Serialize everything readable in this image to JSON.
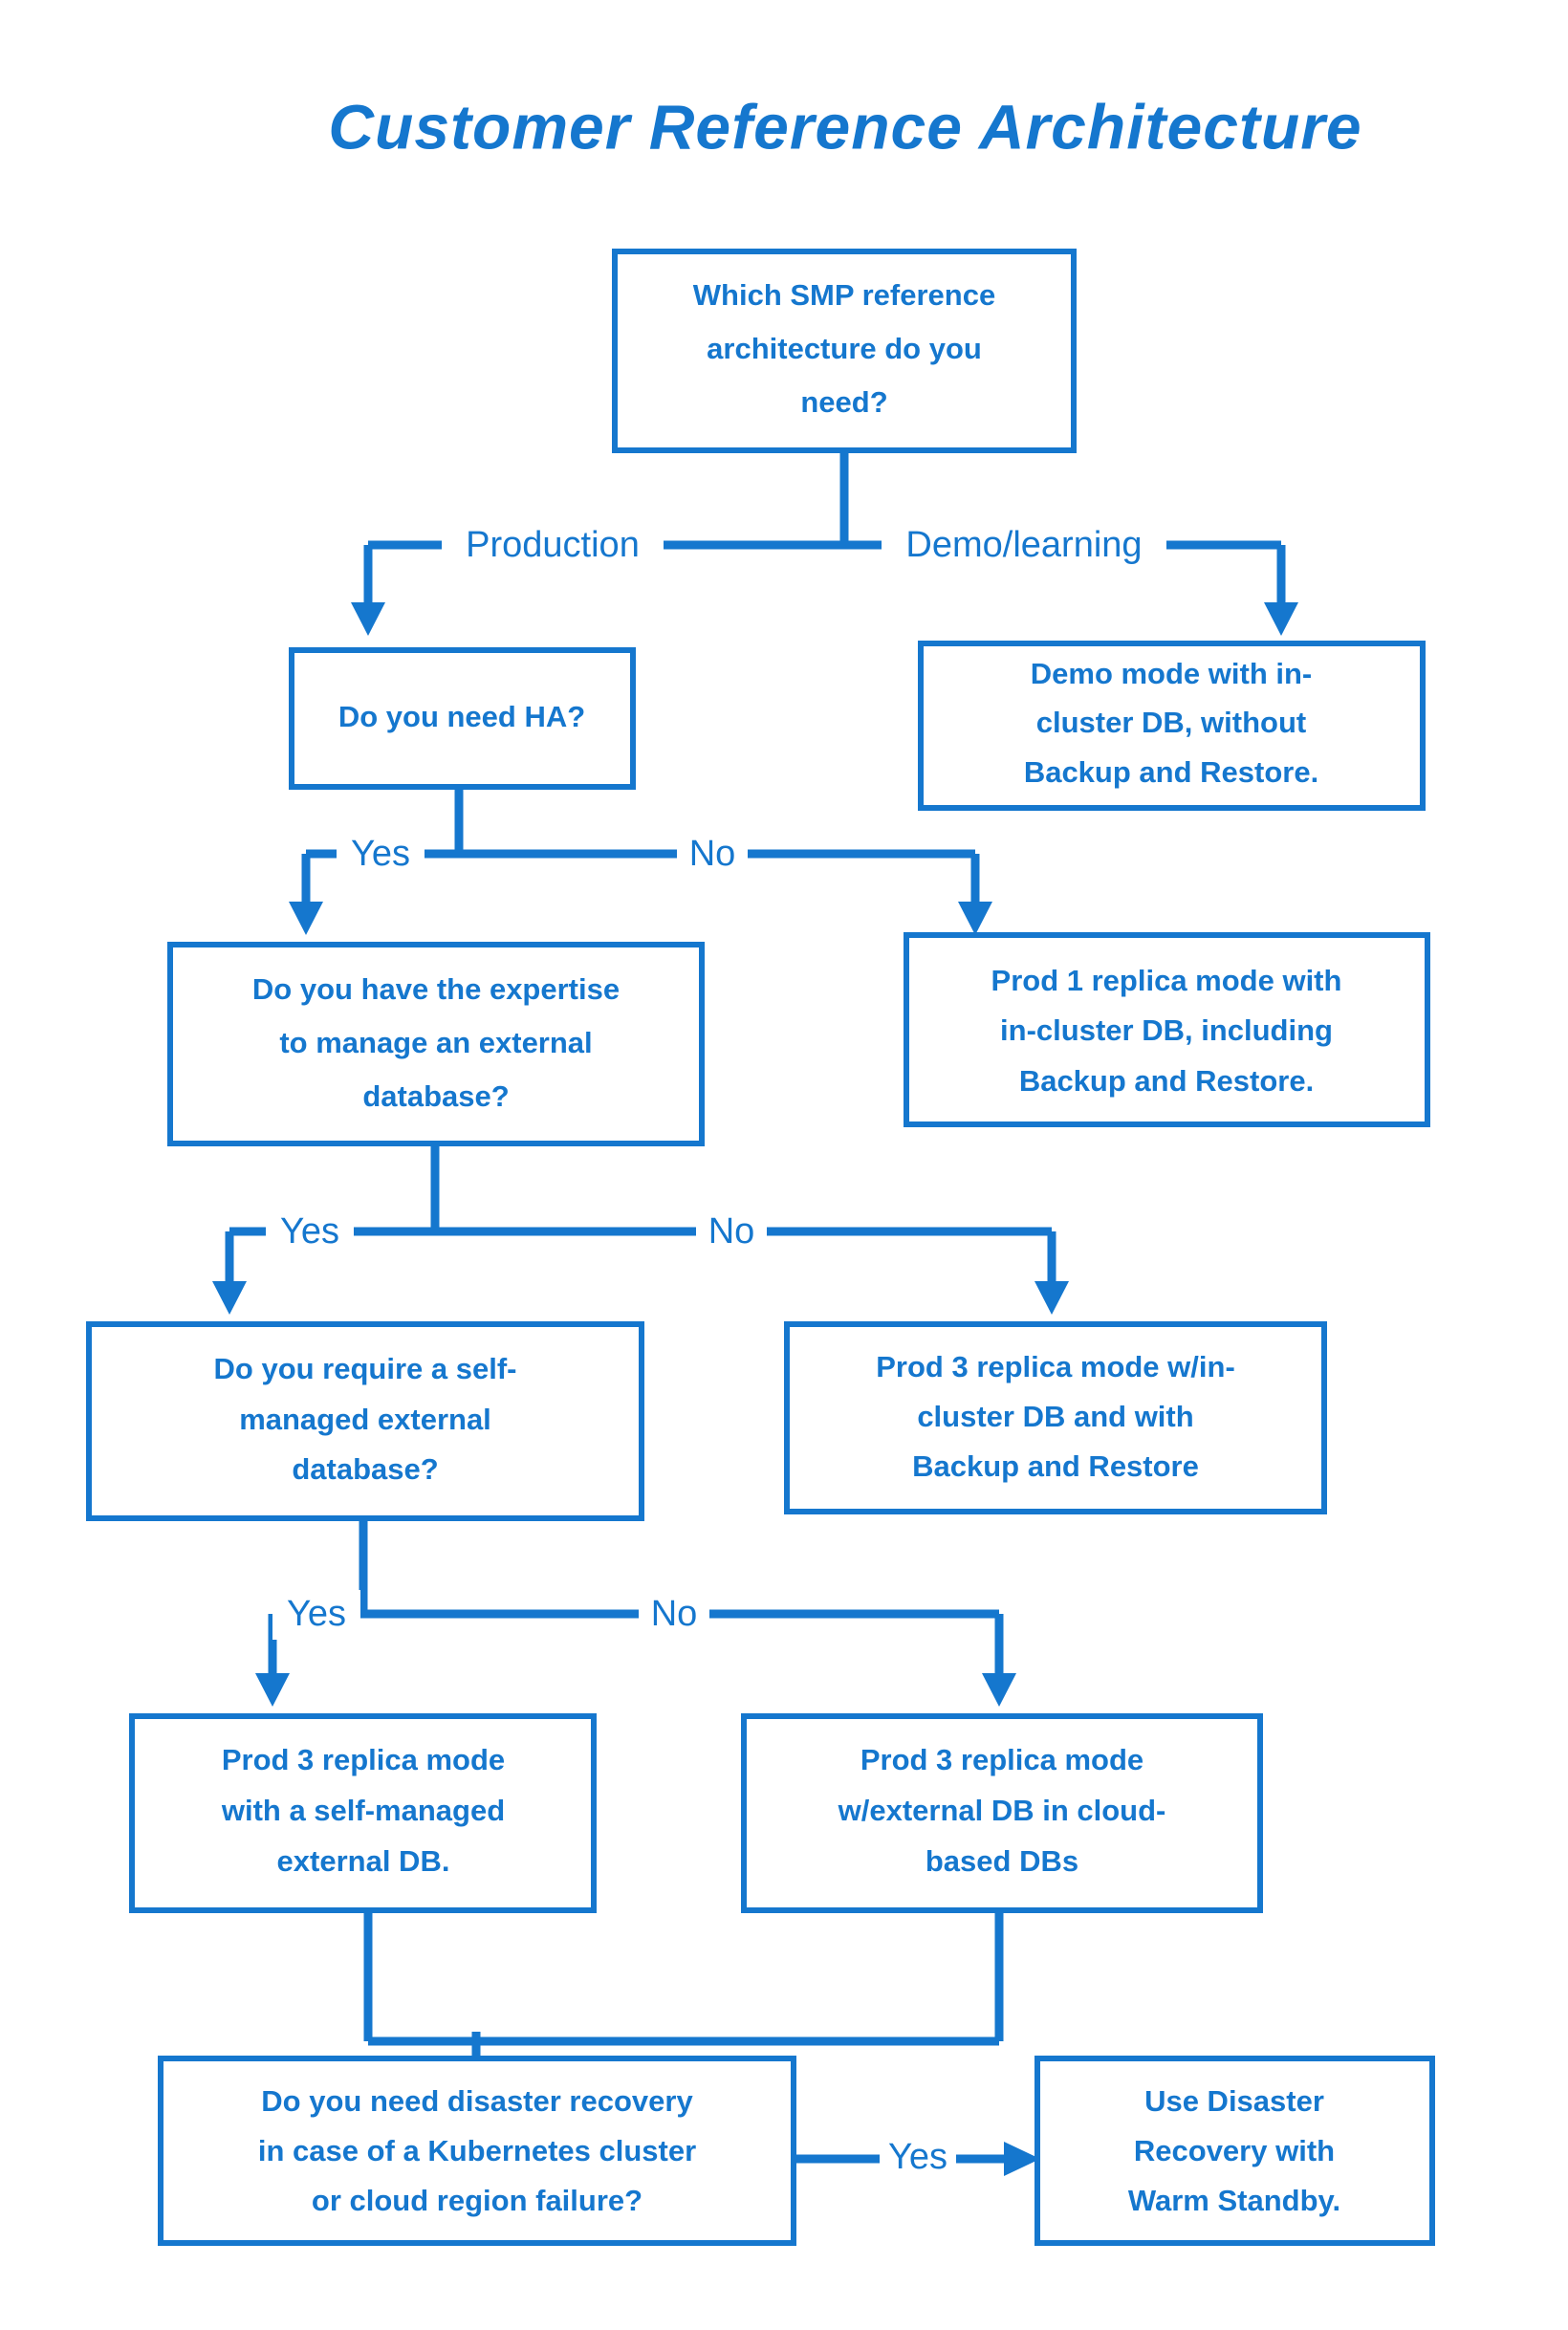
{
  "title": "Customer Reference Architecture",
  "theme": {
    "accent": "#1577CE",
    "background": "#ffffff",
    "box_fill": "#ffffff",
    "box_stroke": "#1577CE",
    "text_color": "#1577CE"
  },
  "chart_data": {
    "type": "diagram",
    "subtype": "decision-flowchart",
    "title": "Customer Reference Architecture",
    "nodes": [
      {
        "id": "q_which",
        "kind": "decision",
        "lines": [
          "Which SMP reference",
          "architecture do you",
          "need?"
        ]
      },
      {
        "id": "q_ha",
        "kind": "decision",
        "lines": [
          "Do you need HA?"
        ]
      },
      {
        "id": "r_demo",
        "kind": "result",
        "lines": [
          "Demo mode with in-",
          "cluster DB, without",
          "Backup and Restore."
        ]
      },
      {
        "id": "q_expertise",
        "kind": "decision",
        "lines": [
          "Do you have the expertise",
          "to manage an external",
          "database?"
        ]
      },
      {
        "id": "r_prod1",
        "kind": "result",
        "lines": [
          "Prod 1 replica mode with",
          "in-cluster DB, including",
          "Backup and Restore."
        ]
      },
      {
        "id": "q_selfmanaged",
        "kind": "decision",
        "lines": [
          "Do you require a self-",
          "managed external",
          "database?"
        ]
      },
      {
        "id": "r_prod3_in",
        "kind": "result",
        "lines": [
          "Prod 3 replica mode w/in-",
          "cluster DB and with",
          "Backup and Restore"
        ]
      },
      {
        "id": "r_prod3_self",
        "kind": "result",
        "lines": [
          "Prod 3 replica mode",
          "with a self-managed",
          "external DB."
        ]
      },
      {
        "id": "r_prod3_cloud",
        "kind": "result",
        "lines": [
          "Prod 3 replica mode",
          "w/external DB in cloud-",
          "based DBs"
        ]
      },
      {
        "id": "q_dr",
        "kind": "decision",
        "lines": [
          "Do you need disaster recovery",
          "in case of a Kubernetes cluster",
          "or cloud region failure?"
        ]
      },
      {
        "id": "r_warm",
        "kind": "result",
        "lines": [
          "Use Disaster",
          "Recovery with",
          "Warm Standby."
        ]
      }
    ],
    "edges": [
      {
        "from": "q_which",
        "to": "q_ha",
        "label": "Production"
      },
      {
        "from": "q_which",
        "to": "r_demo",
        "label": "Demo/learning"
      },
      {
        "from": "q_ha",
        "to": "q_expertise",
        "label": "Yes"
      },
      {
        "from": "q_ha",
        "to": "r_prod1",
        "label": "No"
      },
      {
        "from": "q_expertise",
        "to": "q_selfmanaged",
        "label": "Yes"
      },
      {
        "from": "q_expertise",
        "to": "r_prod3_in",
        "label": "No"
      },
      {
        "from": "q_selfmanaged",
        "to": "r_prod3_self",
        "label": "Yes"
      },
      {
        "from": "q_selfmanaged",
        "to": "r_prod3_cloud",
        "label": "No"
      },
      {
        "from": "r_prod3_self",
        "to": "q_dr",
        "label": ""
      },
      {
        "from": "r_prod3_cloud",
        "to": "q_dr",
        "label": ""
      },
      {
        "from": "q_dr",
        "to": "r_warm",
        "label": "Yes"
      }
    ]
  },
  "labels": {
    "production": "Production",
    "demo_learning": "Demo/learning",
    "yes_ha": "Yes",
    "no_ha": "No",
    "yes_expertise": "Yes",
    "no_expertise": "No",
    "yes_selfmanaged": "Yes",
    "no_selfmanaged": "No",
    "yes_dr": "Yes"
  },
  "nodes": {
    "q_which": {
      "l1": "Which SMP reference",
      "l2": "architecture do you",
      "l3": "need?"
    },
    "q_ha": {
      "l1": "Do you need HA?"
    },
    "r_demo": {
      "l1": "Demo mode with in-",
      "l2": "cluster DB, without",
      "l3": "Backup and Restore."
    },
    "q_expertise": {
      "l1": "Do you have the expertise",
      "l2": "to manage an external",
      "l3": "database?"
    },
    "r_prod1": {
      "l1": "Prod 1 replica mode with",
      "l2": "in-cluster DB, including",
      "l3": "Backup and Restore."
    },
    "q_selfmanaged": {
      "l1": "Do you require a self-",
      "l2": "managed external",
      "l3": "database?"
    },
    "r_prod3_in": {
      "l1": "Prod 3 replica mode w/in-",
      "l2": "cluster DB and with",
      "l3": "Backup and Restore"
    },
    "r_prod3_self": {
      "l1": "Prod 3 replica mode",
      "l2": "with a self-managed",
      "l3": "external DB."
    },
    "r_prod3_cloud": {
      "l1": "Prod 3 replica mode",
      "l2": "w/external DB in cloud-",
      "l3": "based DBs"
    },
    "q_dr": {
      "l1": "Do you need disaster recovery",
      "l2": "in case of a Kubernetes cluster",
      "l3": "or cloud region failure?"
    },
    "r_warm": {
      "l1": "Use Disaster",
      "l2": "Recovery with",
      "l3": "Warm Standby."
    }
  }
}
